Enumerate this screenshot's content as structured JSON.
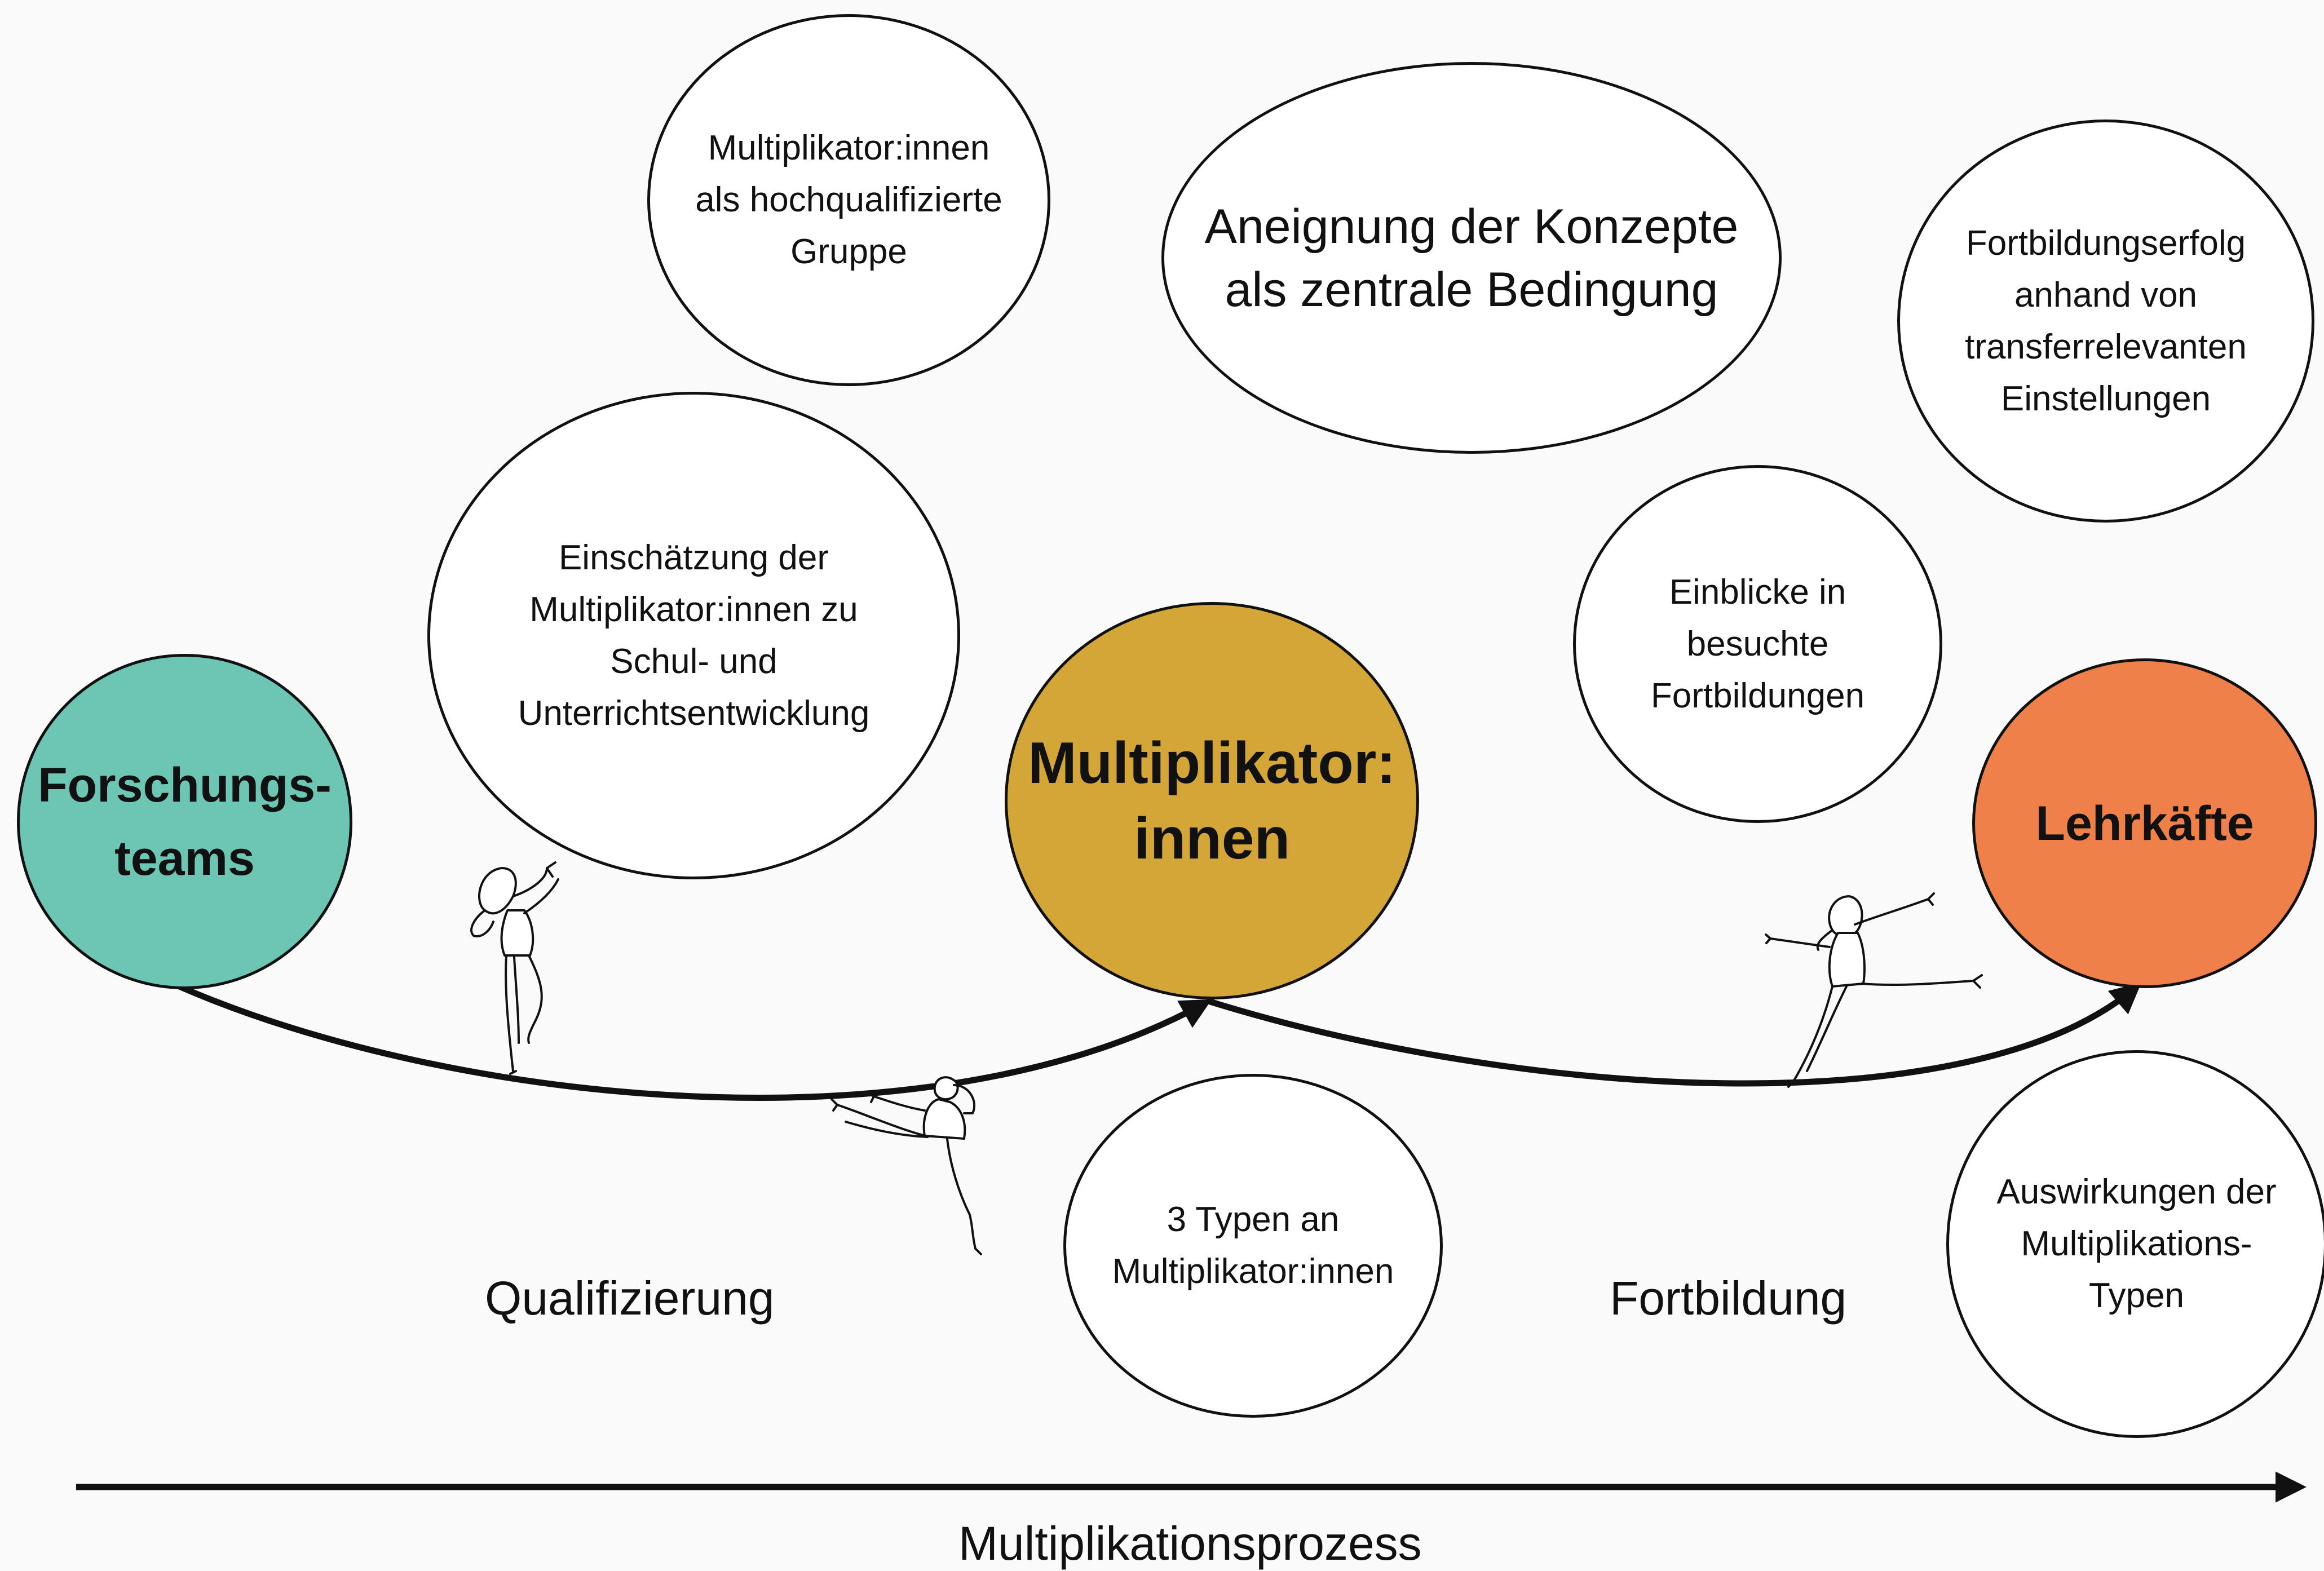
{
  "nodes": {
    "forschungsteams": {
      "label": "Forschungs-\nteams",
      "color": "#6dc5b4"
    },
    "multiplikatoren": {
      "label": "Multiplikator:\ninnen",
      "color": "#d4a638"
    },
    "lehrkraefte": {
      "label": "Lehrkäfte",
      "color": "#ef8049"
    }
  },
  "bubbles": {
    "hochqualifiziert": "Multiplikator:innen\nals hochqualifizierte\nGruppe",
    "aneignung": "Aneignung der Konzepte\nals zentrale Bedingung",
    "fortbildungserfolg": "Fortbildungserfolg\nanhand von\ntransferrelevanten\nEinstellungen",
    "einschaetzung": "Einschätzung der\nMultiplikator:innen zu\nSchul- und\nUnterrichtsentwicklung",
    "einblicke": "Einblicke in\nbesuchte\nFortbildungen",
    "typen": "3 Typen an\nMultiplikator:innen",
    "auswirkungen": "Auswirkungen der\nMultiplikations-\nTypen"
  },
  "phases": {
    "left": "Qualifizierung",
    "right": "Fortbildung"
  },
  "axis": {
    "label": "Multiplikationsprozess"
  },
  "colors": {
    "stroke": "#111111",
    "background": "#fafafa",
    "bubble_fill": "#ffffff"
  },
  "illustrations": [
    "jumping-woman-figure",
    "kicking-man-figure",
    "leaping-woman-figure"
  ]
}
